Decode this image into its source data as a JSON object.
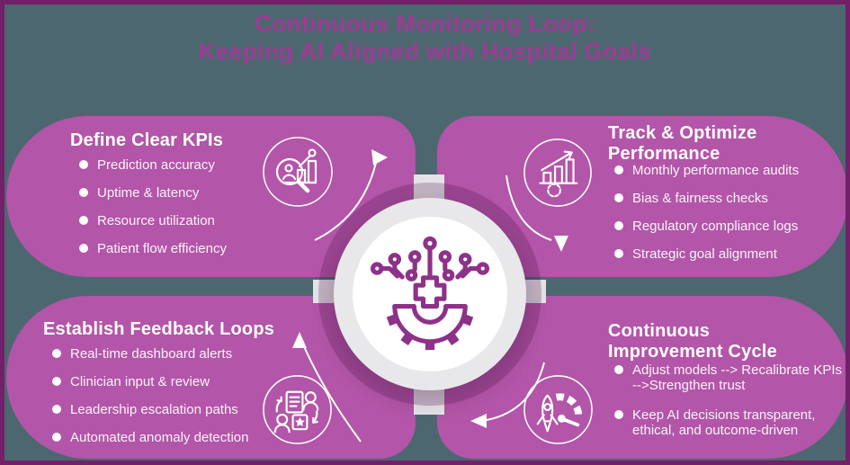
{
  "title": {
    "line1": "Continuous Monitoring Loop:",
    "line2": "Keeping AI Aligned with Hospital Goals"
  },
  "panels": {
    "define_kpis": {
      "heading": "Define Clear KPIs",
      "items": [
        "Prediction accuracy",
        "Uptime & latency",
        "Resource utilization",
        "Patient flow efficiency"
      ],
      "icon": "magnifier-analytics-icon"
    },
    "track_optimize": {
      "heading": "Track & Optimize Performance",
      "items": [
        "Monthly performance audits",
        "Bias & fairness checks",
        "Regulatory compliance logs",
        "Strategic goal alignment"
      ],
      "icon": "growth-chart-gear-icon"
    },
    "feedback_loops": {
      "heading": "Establish Feedback Loops",
      "items": [
        "Real-time dashboard alerts",
        "Clinician input & review",
        "Leadership escalation paths",
        "Automated anomaly detection"
      ],
      "icon": "feedback-review-icon"
    },
    "improvement_cycle": {
      "heading": "Continuous Improvement Cycle",
      "items": [
        "Adjust models --> Recalibrate KPIs -->Strengthen trust",
        "Keep AI decisions transparent, ethical, and outcome-driven"
      ],
      "icon": "rocket-gauge-icon"
    }
  },
  "center": {
    "icon": "ai-gear-medical-cross-icon"
  },
  "flow": {
    "direction": "clockwise",
    "arrow_count": 4
  },
  "colors": {
    "background": "#4d6770",
    "frame_border": "#72206a",
    "panel": "#b355a8",
    "title_text": "#9c3b94",
    "panel_text": "#ffffff",
    "hub_ring": "#e8e8ea",
    "hub_core": "#ffffff",
    "center_icon": "#8e3289"
  }
}
